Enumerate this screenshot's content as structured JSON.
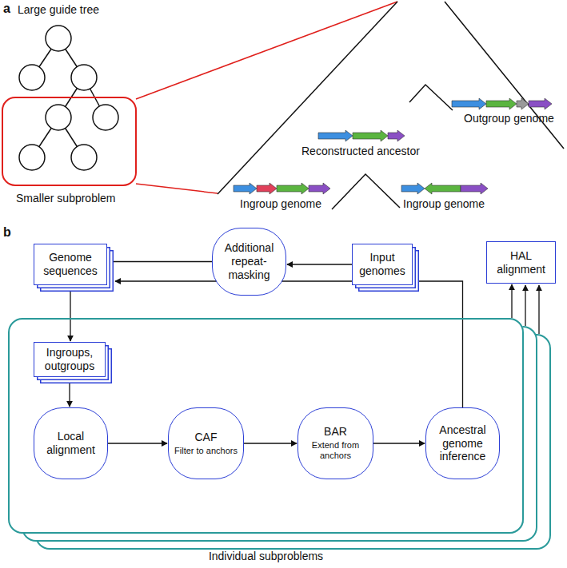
{
  "diagram": {
    "nodes": [
      {
        "text": [
          "Genome sequences"
        ]
      },
      {
        "text": [
          "Additional repeat-masking"
        ]
      },
      {
        "text": [
          "Input genomes"
        ]
      },
      {
        "text": [
          "HAL alignment"
        ]
      },
      {
        "text": [
          "Individual subproblems"
        ]
      },
      {
        "text": [
          "Ingroups, outgroups"
        ],
        "in": 4
      },
      {
        "text": [
          "Local alignment"
        ],
        "in": 4
      },
      {
        "text": [
          "CAF",
          "Filter to anchors"
        ],
        "in": 4
      },
      {
        "text": [
          "BAR",
          "Extend from anchors"
        ],
        "in": 4
      },
      {
        "text": [
          "Ancestral genome inference"
        ],
        "in": 4
      }
    ],
    "edges": [
      {
        "from": 2,
        "to": 1,
        "arrow": "to"
      },
      {
        "from": 1,
        "to": 0,
        "arrow": "to"
      },
      {
        "from": 0,
        "to": 5,
        "arrow": "to"
      },
      {
        "from": 5,
        "to": 6,
        "arrow": "to"
      },
      {
        "from": 6,
        "to": 7,
        "arrow": "to"
      },
      {
        "from": 7,
        "to": 8,
        "arrow": "to"
      },
      {
        "from": 8,
        "to": 9,
        "arrow": "to"
      },
      {
        "from": 9,
        "to": 0,
        "arrow": "to"
      },
      {
        "from": 4,
        "to": 3,
        "arrow": "to"
      }
    ],
    "labels": [
      "a",
      "b",
      "Large guide tree",
      "Smaller subproblem",
      "Reconstructed ancestor",
      "Outgroup genome",
      "Ingroup genome",
      "Ingroup genome"
    ]
  }
}
